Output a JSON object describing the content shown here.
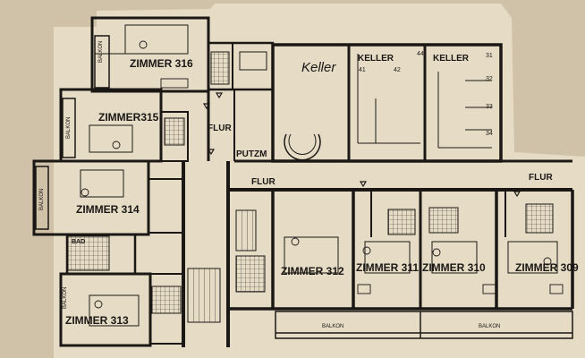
{
  "plan": {
    "rooms": [
      {
        "id": "z316",
        "label": "ZIMMER  316"
      },
      {
        "id": "z315",
        "label": "ZIMMER315"
      },
      {
        "id": "z314",
        "label": "ZIMMER 314"
      },
      {
        "id": "z313",
        "label": "ZIMMER  313"
      },
      {
        "id": "z312",
        "label": "ZIMMER 312"
      },
      {
        "id": "z311",
        "label": "ZIMMER 311"
      },
      {
        "id": "z310",
        "label": "ZIMMER  310"
      },
      {
        "id": "z309",
        "label": "ZIMMER 309"
      }
    ],
    "service": {
      "keller_script": "Keller",
      "keller_1": "KELLER",
      "keller_2": "KELLER",
      "putzm": "PUTZM",
      "flur_1": "FLUR",
      "flur_2": "FLUR",
      "flur_3": "FLUR",
      "bad": "BAD",
      "balkon_1": "BALKON",
      "balkon_2": "BALKON",
      "balkon_3": "BALKON",
      "balkon_4": "BALKON",
      "balkon_5": "BALKON",
      "balkon_6": "BALKON"
    },
    "cellar_numbers": [
      "41",
      "42",
      "44",
      "31",
      "32",
      "33",
      "34"
    ]
  },
  "colors": {
    "paper": "#d8ccb4",
    "sheet": "#e6dcc6",
    "ink": "#1a1714",
    "hatch": "#3a332c"
  }
}
